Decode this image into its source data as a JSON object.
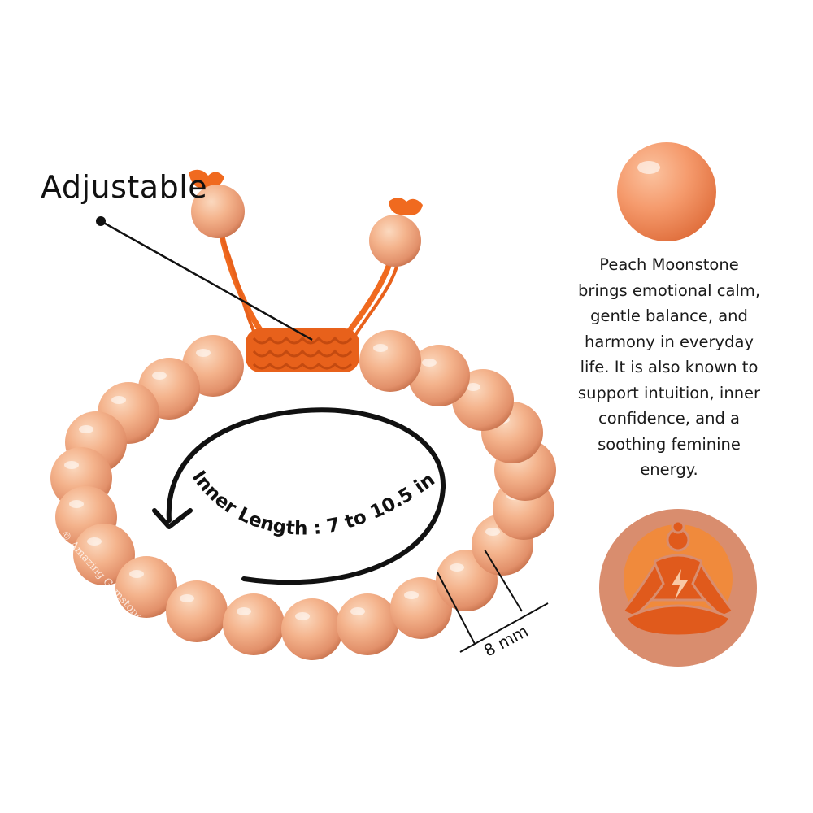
{
  "adjustable_label": "Adjustable",
  "inner_length_label": "Inner Length : 7 to 10.5 inch",
  "bead_size_label": "8 mm",
  "watermark": "© Amazing Gemstone",
  "description_lines": [
    "Peach Moonstone",
    "brings emotional calm,",
    "gentle balance, and",
    "harmony in everyday",
    "life. It is also known to",
    "support intuition, inner",
    "confidence, and a",
    "soothing feminine",
    "energy."
  ],
  "colors": {
    "bead": "#f3b48c",
    "bead_dark": "#e08f68",
    "cord": "#f06a1f",
    "icon_circle": "#d98d6e",
    "icon_sun": "#f08a3c",
    "icon_figure": "#e05a1c"
  },
  "icons": {
    "stone_sample": "peach-moonstone-sphere",
    "meditation": "meditation-figure-icon"
  }
}
